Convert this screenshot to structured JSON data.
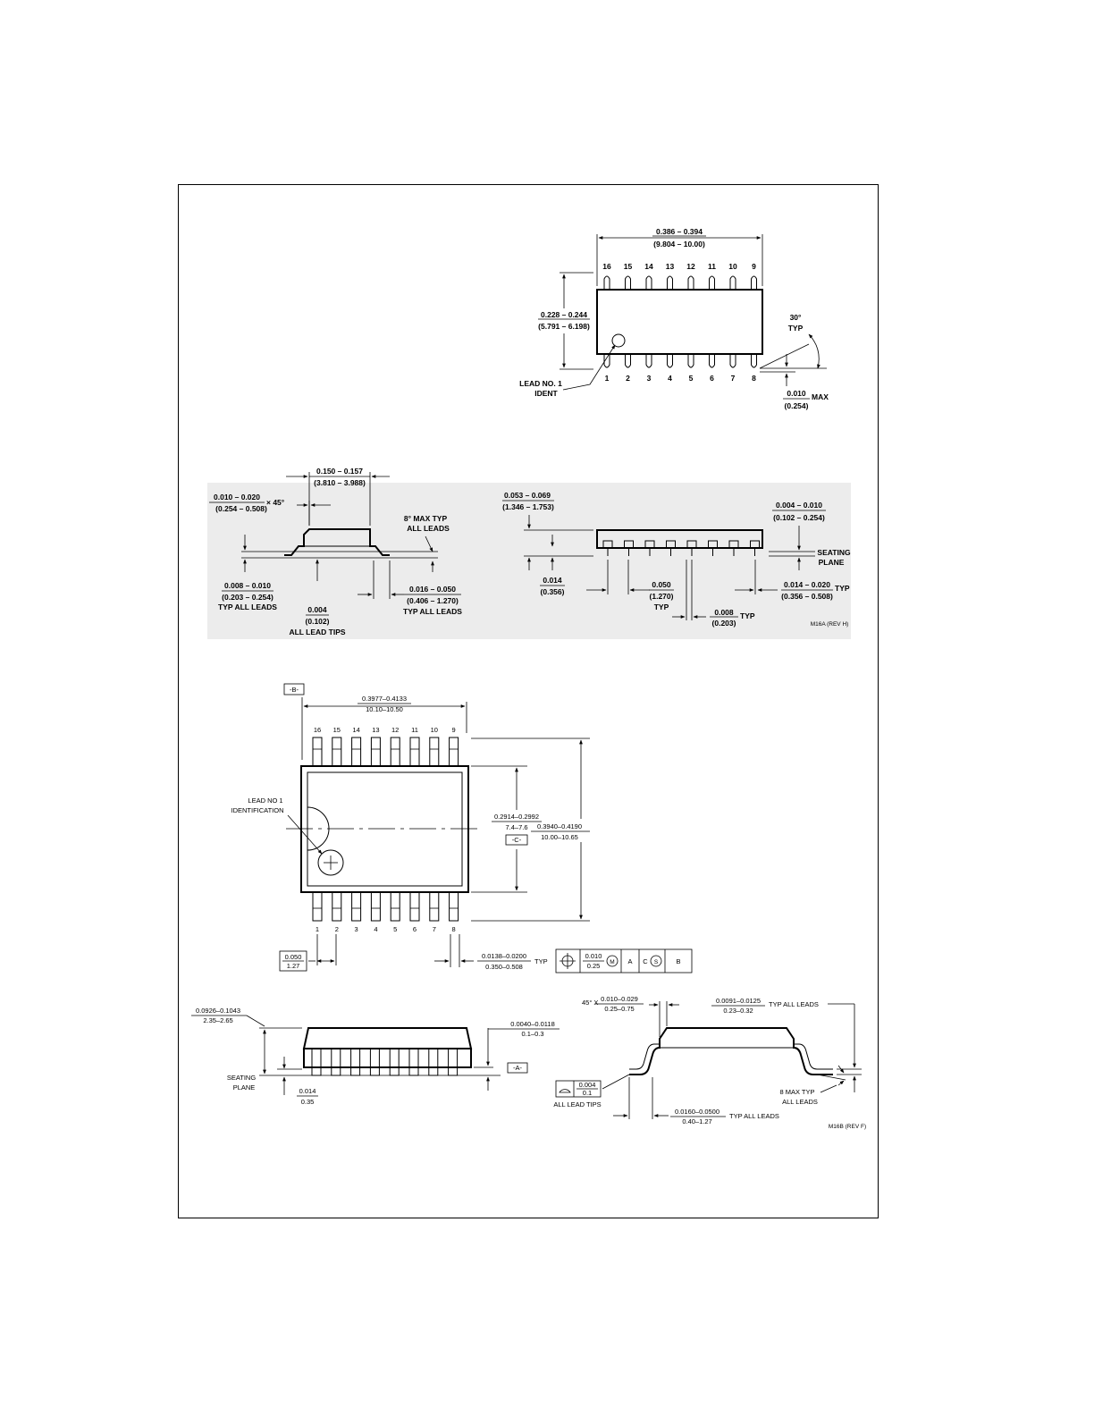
{
  "m16a": {
    "top_view": {
      "pins_top": [
        "16",
        "15",
        "14",
        "13",
        "12",
        "11",
        "10",
        "9"
      ],
      "pins_bottom": [
        "1",
        "2",
        "3",
        "4",
        "5",
        "6",
        "7",
        "8"
      ],
      "length_in": "0.386 – 0.394",
      "length_mm": "(9.804 – 10.00)",
      "width_in": "0.228 – 0.244",
      "width_mm": "(5.791 – 6.198)",
      "angle": "30°",
      "angle_typ": "TYP",
      "lead_ident_1": "LEAD NO. 1",
      "lead_ident_2": "IDENT",
      "max_in": "0.010",
      "max_word": "MAX",
      "max_mm": "(0.254)"
    },
    "side_view": {
      "chamfer_in": "0.010 – 0.020",
      "chamfer_mm": "(0.254 – 0.508)",
      "chamfer_angle": "× 45°",
      "body_w_in": "0.150 – 0.157",
      "body_w_mm": "(3.810 – 3.988)",
      "lead_angle_1": "8° MAX TYP",
      "lead_angle_2": "ALL LEADS",
      "lead_thk_in": "0.008 – 0.010",
      "lead_thk_mm": "(0.203 – 0.254)",
      "lead_thk_note": "TYP ALL LEADS",
      "tips_in": "0.004",
      "tips_mm": "(0.102)",
      "tips_note": "ALL LEAD TIPS",
      "foot_in": "0.016 – 0.050",
      "foot_mm": "(0.406 – 1.270)",
      "foot_note": "TYP ALL LEADS"
    },
    "front_view": {
      "height_in": "0.053 – 0.069",
      "height_mm": "(1.346 – 1.753)",
      "standoff_in": "0.004 – 0.010",
      "standoff_mm": "(0.102 – 0.254)",
      "seating_1": "SEATING",
      "seating_2": "PLANE",
      "edge_in": "0.014",
      "edge_mm": "(0.356)",
      "pitch_in": "0.050",
      "pitch_mm": "(1.270)",
      "pitch_typ": "TYP",
      "lw_in": "0.014 – 0.020",
      "lw_mm": "(0.356 – 0.508)",
      "lw_typ": "TYP",
      "tip_in": "0.008",
      "tip_mm": "(0.203)",
      "tip_typ": "TYP",
      "rev": "M16A (REV H)"
    }
  },
  "m16b": {
    "top_view": {
      "datum_b": "-B-",
      "datum_c": "-C-",
      "pins_top": [
        "16",
        "15",
        "14",
        "13",
        "12",
        "11",
        "10",
        "9"
      ],
      "pins_bottom": [
        "1",
        "2",
        "3",
        "4",
        "5",
        "6",
        "7",
        "8"
      ],
      "length_in": "0.3977–0.4133",
      "length_mm": "10.10–10.50",
      "body_w_in": "0.2914–0.2992",
      "body_w_mm": "7.4–7.6",
      "total_w_in": "0.3940–0.4190",
      "total_w_mm": "10.00–10.65",
      "lead_ident_1": "LEAD NO 1",
      "lead_ident_2": "IDENTIFICATION",
      "pitch_in": "0.050",
      "pitch_mm": "1.27",
      "lw_in": "0.0138–0.0200",
      "lw_mm": "0.350–0.508",
      "lw_typ": "TYP",
      "fcf_tol_in": "0.010",
      "fcf_tol_mm": "0.25",
      "fcf_m": "M",
      "fcf_a": "A",
      "fcf_c": "C",
      "fcf_s": "S",
      "fcf_b": "B"
    },
    "front_view": {
      "height_in": "0.0926–0.1043",
      "height_mm": "2.35–2.65",
      "standoff_in": "0.0040–0.0118",
      "standoff_mm": "0.1–0.3",
      "datum_a": "-A-",
      "seating_1": "SEATING",
      "seating_2": "PLANE",
      "edge_in": "0.014",
      "edge_mm": "0.35"
    },
    "side_view": {
      "chamfer_prefix": "45° X",
      "chamfer_in": "0.010–0.029",
      "chamfer_mm": "0.25–0.75",
      "lead_thk_in": "0.0091–0.0125",
      "lead_thk_mm": "0.23–0.32",
      "lead_thk_note": "TYP ALL LEADS",
      "flat_in": "0.004",
      "flat_mm": "0.1",
      "flat_note": "ALL LEAD TIPS",
      "angle_1": "8  MAX TYP",
      "angle_2": "ALL LEADS",
      "foot_in": "0.0160–0.0500",
      "foot_mm": "0.40–1.27",
      "foot_note": "TYP ALL LEADS",
      "rev": "M16B (REV F)"
    }
  }
}
